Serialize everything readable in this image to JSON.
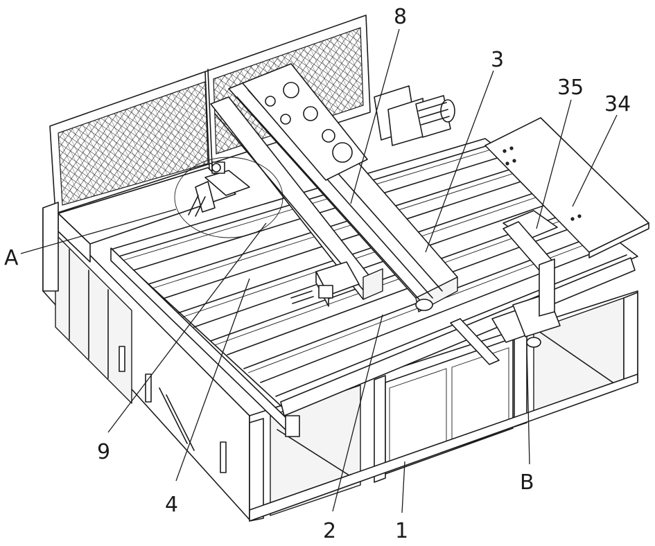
{
  "callouts": {
    "c8": "8",
    "c3": "3",
    "c35": "35",
    "c34": "34",
    "cA": "A",
    "c9": "9",
    "c4": "4",
    "c2": "2",
    "c1": "1",
    "cB": "B"
  }
}
